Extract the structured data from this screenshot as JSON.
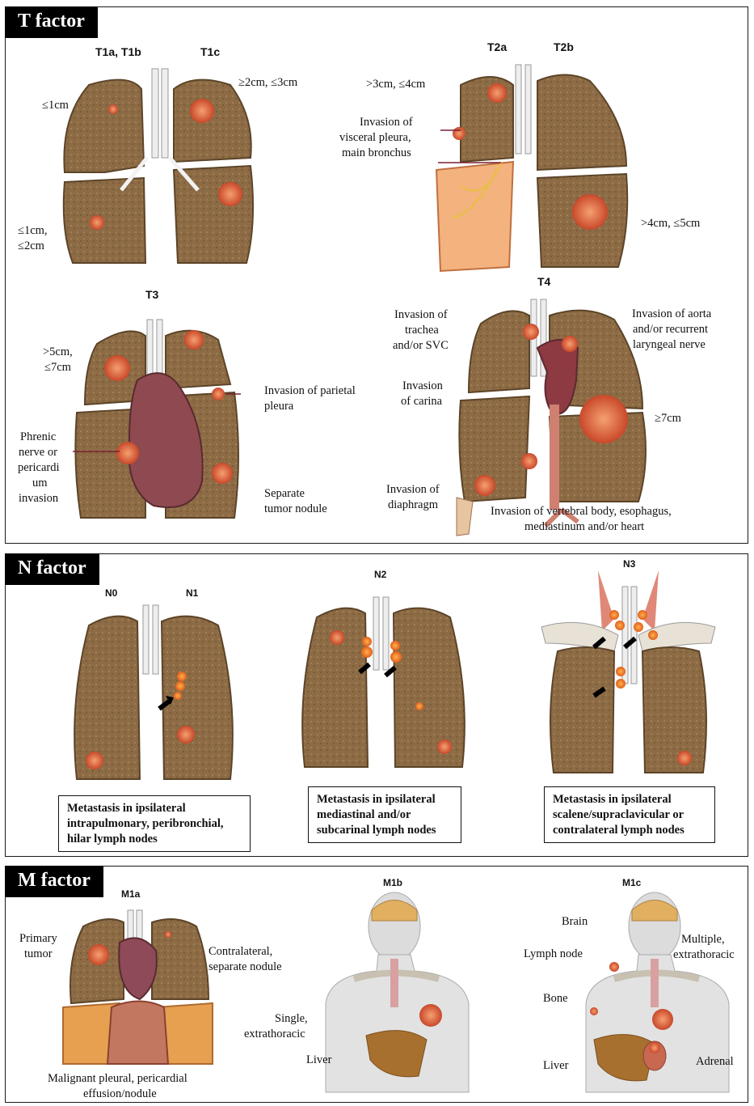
{
  "colors": {
    "lung": "#8a6a45",
    "lung_edge": "#5c4428",
    "airway": "#f2f2f2",
    "tumor": "#d9633a",
    "node": "#f07a1a",
    "heart": "#7a3a45",
    "skin": "#d6d6d6"
  },
  "t_factor": {
    "title": "T factor",
    "codes": {
      "t1ab": "T1a, T1b",
      "t1c": "T1c",
      "t2a": "T2a",
      "t2b": "T2b",
      "t3": "T3",
      "t4": "T4"
    },
    "labels": {
      "t1_small": "≤1cm",
      "t1_mid_1": "≤1cm,",
      "t1_mid_2": "≤2cm",
      "t1c_size": "≥2cm, ≤3cm",
      "t2a_size": ">3cm, ≤4cm",
      "t2_invasion_1": "Invasion of",
      "t2_invasion_2": "visceral pleura,",
      "t2_invasion_3": "main bronchus",
      "t2b_size": ">4cm, ≤5cm",
      "t3_size_1": ">5cm,",
      "t3_size_2": "≤7cm",
      "t3_parietal_1": "Invasion of parietal",
      "t3_parietal_2": "pleura",
      "t3_phrenic_1": "Phrenic",
      "t3_phrenic_2": "nerve or",
      "t3_phrenic_3": "pericardi",
      "t3_phrenic_4": "um",
      "t3_phrenic_5": "invasion",
      "t3_separate_1": "Separate",
      "t3_separate_2": "tumor nodule",
      "t4_trachea_1": "Invasion of",
      "t4_trachea_2": "trachea",
      "t4_trachea_3": "and/or SVC",
      "t4_carina_1": "Invasion",
      "t4_carina_2": "of carina",
      "t4_diaphragm_1": "Invasion of",
      "t4_diaphragm_2": "diaphragm",
      "t4_aorta_1": "Invasion of aorta",
      "t4_aorta_2": "and/or recurrent",
      "t4_aorta_3": "laryngeal nerve",
      "t4_size": "≥7cm",
      "t4_vertebral_1": "Invasion of vertebral body, esophagus,",
      "t4_vertebral_2": "mediastinum and/or heart"
    }
  },
  "n_factor": {
    "title": "N factor",
    "codes": {
      "n0": "N0",
      "n1": "N1",
      "n2": "N2",
      "n3": "N3"
    },
    "boxes": {
      "n1": [
        "Metastasis in ipsilateral",
        "intrapulmonary, peribronchial,",
        "hilar lymph nodes"
      ],
      "n2": [
        "Metastasis in ipsilateral",
        "mediastinal and/or",
        "subcarinal lymph nodes"
      ],
      "n3": [
        "Metastasis in ipsilateral",
        "scalene/supraclavicular  or",
        "contralateral lymph nodes"
      ]
    }
  },
  "m_factor": {
    "title": "M factor",
    "codes": {
      "m1a": "M1a",
      "m1b": "M1b",
      "m1c": "M1c"
    },
    "labels": {
      "primary_1": "Primary",
      "primary_2": "tumor",
      "contra_1": "Contralateral,",
      "contra_2": "separate nodule",
      "malignant_1": "Malignant pleural, pericardial",
      "malignant_2": "effusion/nodule",
      "single_1": "Single,",
      "single_2": "extrathoracic",
      "liver_b": "Liver",
      "brain": "Brain",
      "lymph_node": "Lymph node",
      "bone": "Bone",
      "liver_c": "Liver",
      "multiple_1": "Multiple,",
      "multiple_2": "extrathoracic",
      "adrenal": "Adrenal"
    }
  }
}
